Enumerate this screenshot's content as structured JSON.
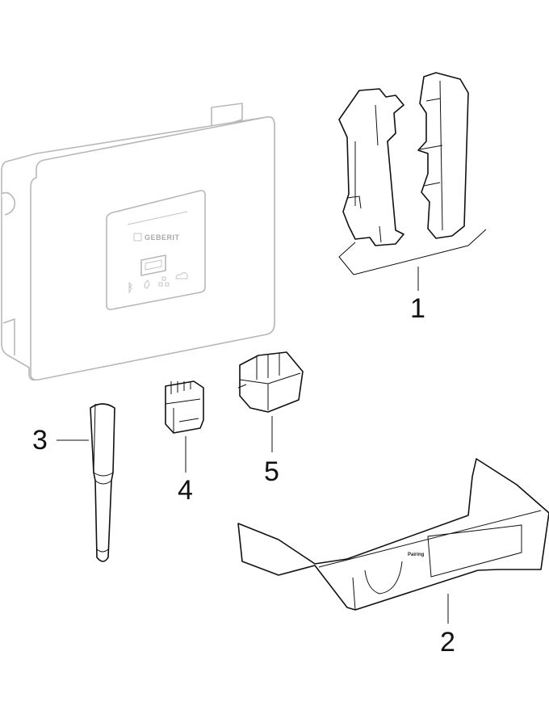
{
  "device": {
    "brand": "GEBERIT"
  },
  "part_labels": {
    "p1": "1",
    "p2": "2",
    "p3": "3",
    "p4": "4",
    "p5": "5"
  },
  "bracket": {
    "button_label": "Pairing"
  }
}
